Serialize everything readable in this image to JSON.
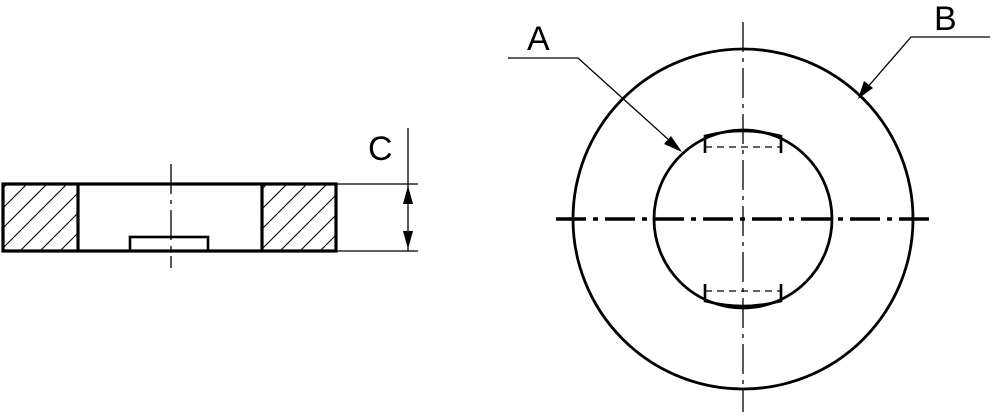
{
  "labels": {
    "a": "A",
    "b": "B",
    "c": "C"
  },
  "colors": {
    "line": "#000000",
    "background": "#ffffff"
  }
}
